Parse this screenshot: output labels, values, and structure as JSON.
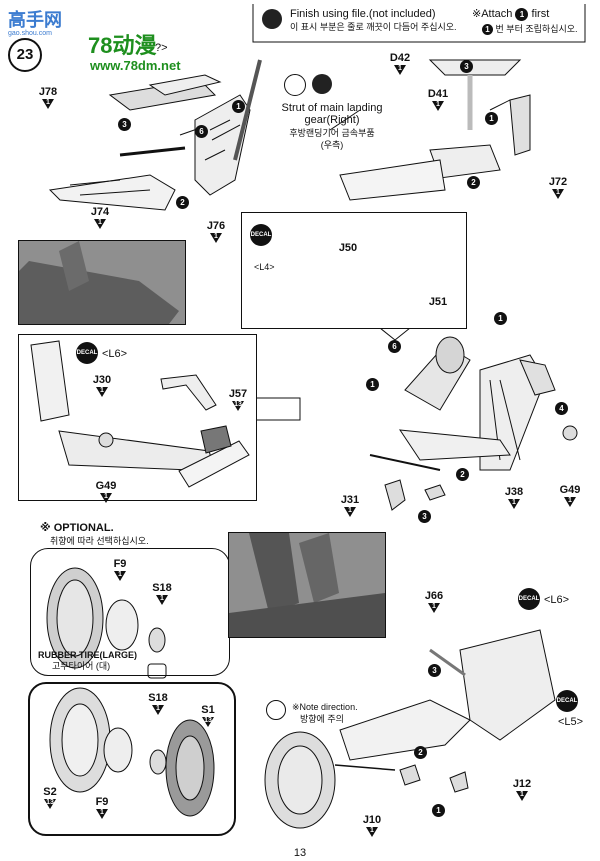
{
  "watermark": {
    "site_cn": "高手网",
    "site_domain": "gao.shou.com",
    "brand": "78动漫",
    "url": "www.78dm.net"
  },
  "step": {
    "number": "23",
    "note_partial": "?>"
  },
  "header": {
    "file_note_en": "Finish using file.(not included)",
    "file_note_ko": "이 표시 부분은 줄로 깨끗이 다듬어 주십시오.",
    "attach_en_prefix": "※Attach",
    "attach_num": "1",
    "attach_en_suffix": "first",
    "attach_ko_num": "1",
    "attach_ko": "번 부터 조립하십시오."
  },
  "strut": {
    "title_en": "Strut of main landing gear(Right)",
    "title_ko": "후방랜딩기어 금속부품",
    "side_ko": "(우측)"
  },
  "decal_label": "DECAL",
  "callouts": {
    "l4": "<L4>",
    "l6": "<L6>",
    "l5": "<L5>"
  },
  "optional": {
    "title_en": "※ OPTIONAL.",
    "title_ko": "취향에 따라 선택하십시오.",
    "rubber_en": "RUBBER TIRE(LARGE)",
    "rubber_ko": "고무타이어 (대)"
  },
  "note_direction": {
    "en": "※Note direction.",
    "ko": "방향에 주의"
  },
  "page_number": "13",
  "parts": {
    "J78": "J78",
    "J74": "J74",
    "J76": "J76",
    "D42": "D42",
    "D41": "D41",
    "J72": "J72",
    "J50": "J50",
    "J51": "J51",
    "J30": "J30",
    "J57": "J57",
    "G49a": "G49",
    "J31": "J31",
    "J38": "J38",
    "G49b": "G49",
    "F9a": "F9",
    "S18a": "S18",
    "S18b": "S18",
    "S1": "S1",
    "S2": "S2",
    "F9b": "F9",
    "J66": "J66",
    "J12": "J12",
    "J10": "J10"
  },
  "counts": {
    "one": "1",
    "two": "2",
    "three": "3",
    "four": "4",
    "six": "6",
    "thirteen": "13"
  }
}
